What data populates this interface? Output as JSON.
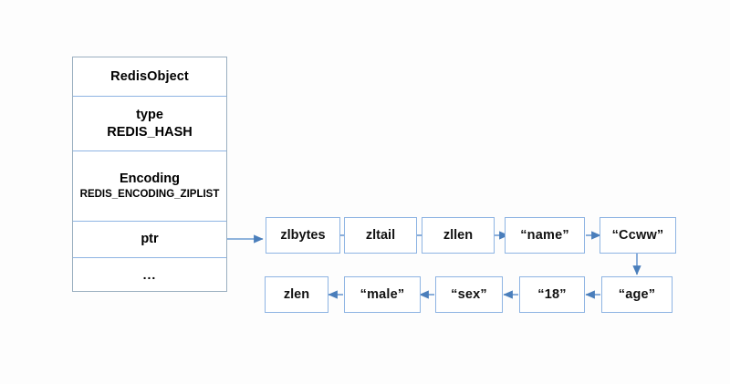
{
  "diagram": {
    "title_hidden": "",
    "colors": {
      "box_border": "#8EB4E3",
      "table_border": "#9AAFC0",
      "arrow": "#4A7EBB",
      "background": "#FDFDFD",
      "text": "#000000"
    },
    "redis_object": {
      "header": "RedisObject",
      "rows": [
        {
          "label": "type",
          "value": "REDIS_HASH"
        },
        {
          "label": "Encoding",
          "value": "REDIS_ENCODING_ZIPLIST"
        },
        {
          "label": "ptr",
          "value": ""
        },
        {
          "label": "...",
          "value": ""
        }
      ]
    },
    "ziplist": {
      "top_row": [
        {
          "label": "zlbytes"
        },
        {
          "label": "zltail"
        },
        {
          "label": "zllen"
        },
        {
          "label": "“name”"
        },
        {
          "label": "“Ccww”"
        }
      ],
      "bottom_row": [
        {
          "label": "zlen"
        },
        {
          "label": "“male”"
        },
        {
          "label": "“sex”"
        },
        {
          "label": "“18”"
        },
        {
          "label": "“age”"
        }
      ],
      "flow": {
        "top_direction": "left-to-right",
        "bottom_direction": "right-to-left",
        "wrap": "from “Ccww” down to “age”"
      }
    }
  }
}
